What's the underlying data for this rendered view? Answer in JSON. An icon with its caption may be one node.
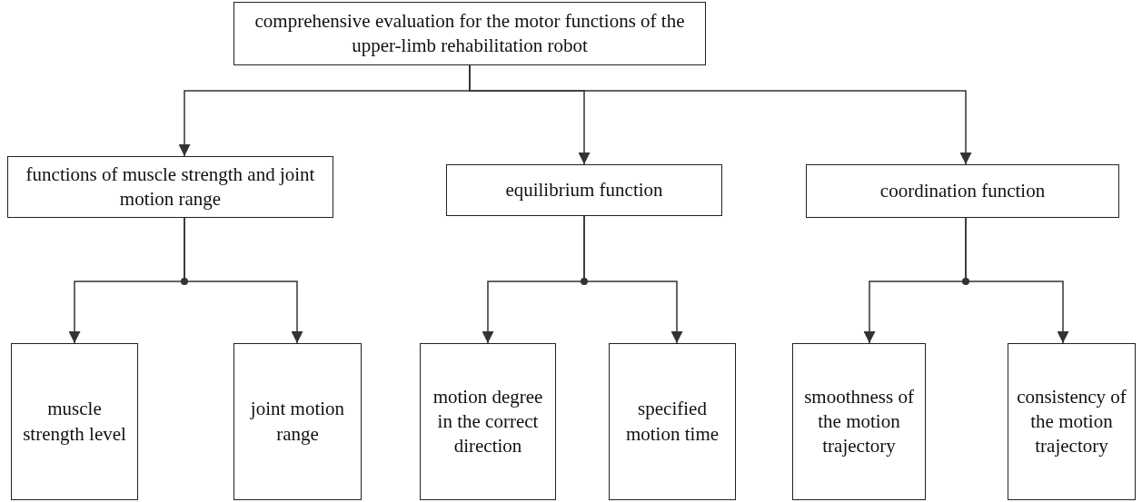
{
  "diagram": {
    "nodes": [
      {
        "text": [
          "comprehensive evaluation for the motor functions of the upper-limb rehabilitation robot"
        ]
      },
      {
        "text": [
          "functions of muscle strength and joint motion range"
        ]
      },
      {
        "text": [
          "equilibrium function"
        ]
      },
      {
        "text": [
          "coordination function"
        ]
      },
      {
        "text": [
          "muscle strength level"
        ]
      },
      {
        "text": [
          "joint motion range"
        ]
      },
      {
        "text": [
          "motion degree in the correct direction"
        ]
      },
      {
        "text": [
          "specified motion time"
        ]
      },
      {
        "text": [
          "smoothness of the motion trajectory"
        ]
      },
      {
        "text": [
          "consistency of the motion trajectory"
        ]
      }
    ],
    "edges": [
      {
        "from": 0,
        "to": 1,
        "arrow": "to"
      },
      {
        "from": 0,
        "to": 2,
        "arrow": "to"
      },
      {
        "from": 0,
        "to": 3,
        "arrow": "to"
      },
      {
        "from": 1,
        "to": 4,
        "arrow": "to"
      },
      {
        "from": 1,
        "to": 5,
        "arrow": "to"
      },
      {
        "from": 2,
        "to": 6,
        "arrow": "to"
      },
      {
        "from": 2,
        "to": 7,
        "arrow": "to"
      },
      {
        "from": 3,
        "to": 8,
        "arrow": "to"
      },
      {
        "from": 3,
        "to": 9,
        "arrow": "to"
      }
    ]
  }
}
